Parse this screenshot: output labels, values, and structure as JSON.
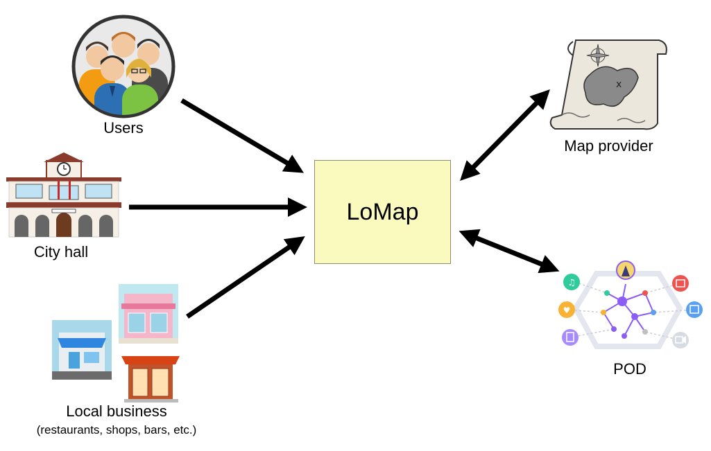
{
  "center": {
    "label": "LoMap"
  },
  "nodes": {
    "users": {
      "label": "Users",
      "icon": "users-group-icon"
    },
    "city_hall": {
      "label": "City hall",
      "icon": "city-hall-building-icon"
    },
    "local_business": {
      "label": "Local business",
      "sublabel": "(restaurants, shops, bars, etc.)",
      "icon": "shops-icon"
    },
    "map_provider": {
      "label": "Map provider",
      "icon": "treasure-map-scroll-icon"
    },
    "pod": {
      "label": "POD",
      "icon": "pod-network-icon"
    }
  },
  "colors": {
    "center_fill": "#fafabf",
    "arrow": "#000000",
    "pod_network": "#8b5cf6"
  }
}
